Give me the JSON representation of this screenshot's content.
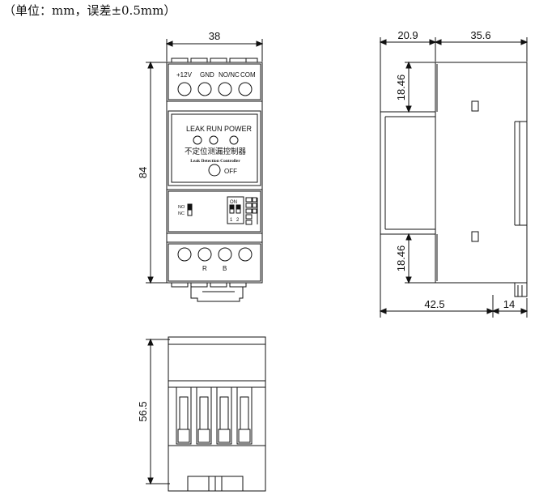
{
  "note": "（单位：mm，误差±0.5mm）",
  "front_view": {
    "width_dim": "38",
    "height_dim": "84",
    "terminal_top_labels": [
      "+12V",
      "GND",
      "NO/NC",
      "COM"
    ],
    "indicator_labels": [
      "LEAK",
      "RUN",
      "POWER"
    ],
    "product_name": "不定位测漏控制器",
    "product_name_en": "Leak Detection Controller",
    "off_label": "OFF",
    "jumper_labels": [
      "NO",
      "NC"
    ],
    "dip_on_label": "ON",
    "dip_numbers": [
      "1",
      "2"
    ],
    "terminal_bottom_labels": [
      "R",
      "B"
    ]
  },
  "side_view": {
    "top_left_dim": "20.9",
    "top_right_dim": "35.6",
    "upper_height_dim": "18.46",
    "lower_height_dim": "18.46",
    "bottom_left_dim": "42.5",
    "bottom_right_dim": "14"
  },
  "bottom_view": {
    "height_dim": "56.5"
  }
}
